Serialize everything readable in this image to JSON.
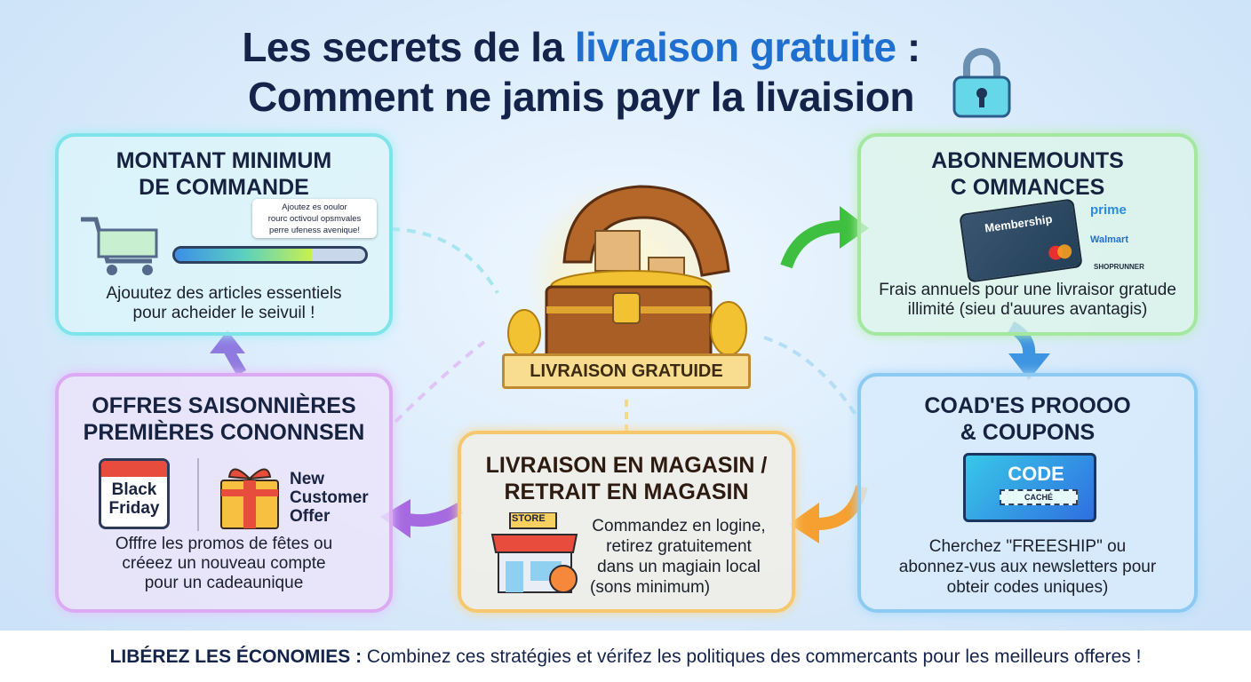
{
  "title": {
    "line1_a": "Les secrets de la ",
    "line1_highlight": "livraison gratuite",
    "line1_b": " :",
    "line2": "Comment ne jamis payr la livaision"
  },
  "center": {
    "ribbon": "LIVRAISON GRATUIDE"
  },
  "cards": {
    "minimum": {
      "title1": "MONTANT MINIMUM",
      "title2": "DE COMMANDE",
      "tooltip1": "Ajoutez es ooulor",
      "tooltip2": "rourc octivoul opsmvales",
      "tooltip3": "perre ufeness avenique!",
      "progress": 0.72,
      "desc1": "Ajouutez des articles essentiels",
      "desc2": "pour acheider le seivuil !"
    },
    "subscriptions": {
      "title1": "ABONNEMOUNTS",
      "title2": "C OMMANCES",
      "card_label": "Membership",
      "brand1": "prime",
      "brand2": "Walmart",
      "brand3": "SHOPRUNNER",
      "desc1": "Frais annuels pour une livraisor gratude",
      "desc2": "illimité (sieu d'auures avantagis)"
    },
    "promo": {
      "title1": "COAD'ES PROOOO",
      "title2": "& COUPONS",
      "coupon_label": "CODE",
      "coupon_hidden": "CACHÉ",
      "desc1": "Cherchez \"FREESHIP\" ou",
      "desc2": "abonnez-vus aux newsletters pour",
      "desc3": "obteir codes uniques)"
    },
    "store": {
      "title1": "LIVRAISON EN MAGASIN /",
      "title2": "RETRAIT EN MAGASIN",
      "store_sign": "STORE",
      "desc1": "Commandez en logine,",
      "desc2": "retirez gratuitement",
      "desc3": "dans un magiain local",
      "desc4": "(sons minimum)"
    },
    "seasonal": {
      "title1": "OFFRES SAISONNIÈRES",
      "title2": "PREMIÈRES CONONNSEN",
      "calendar1": "Black",
      "calendar2": "Friday",
      "gift1": "New",
      "gift2": "Customer",
      "gift3": "Offer",
      "desc1": "Offfre les promos de fêtes ou",
      "desc2": "créeez un nouveau compte",
      "desc3": "pour un cadeaunique"
    }
  },
  "footer": {
    "bold": "LIBÉREZ LES ÉCONOMIES :",
    "text": " Combinez ces stratégies et vérifez les politiques des commercants pour les meilleurs offeres !"
  },
  "colors": {
    "navy": "#14234a",
    "accent_blue": "#1f6fd1",
    "cyan": "#7fe3ea",
    "green": "#a4e8a0",
    "blue": "#8ccaf2",
    "orange": "#f5c870",
    "purple": "#dcaaf2"
  }
}
